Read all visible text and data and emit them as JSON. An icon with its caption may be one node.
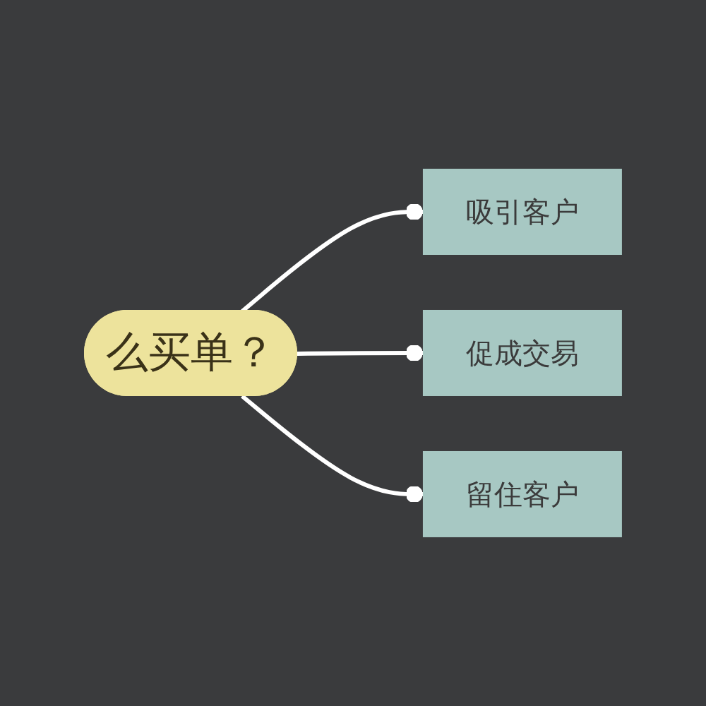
{
  "diagram": {
    "nodes": [
      {
        "text": [
          "么买单？"
        ]
      },
      {
        "text": [
          "吸引客户"
        ]
      },
      {
        "text": [
          "促成交易"
        ]
      },
      {
        "text": [
          "留住客户"
        ]
      }
    ],
    "edges": [
      {
        "from": 0,
        "to": 1,
        "arrow": "other"
      },
      {
        "from": 0,
        "to": 2,
        "arrow": "other"
      },
      {
        "from": 0,
        "to": 3,
        "arrow": "other"
      }
    ]
  }
}
